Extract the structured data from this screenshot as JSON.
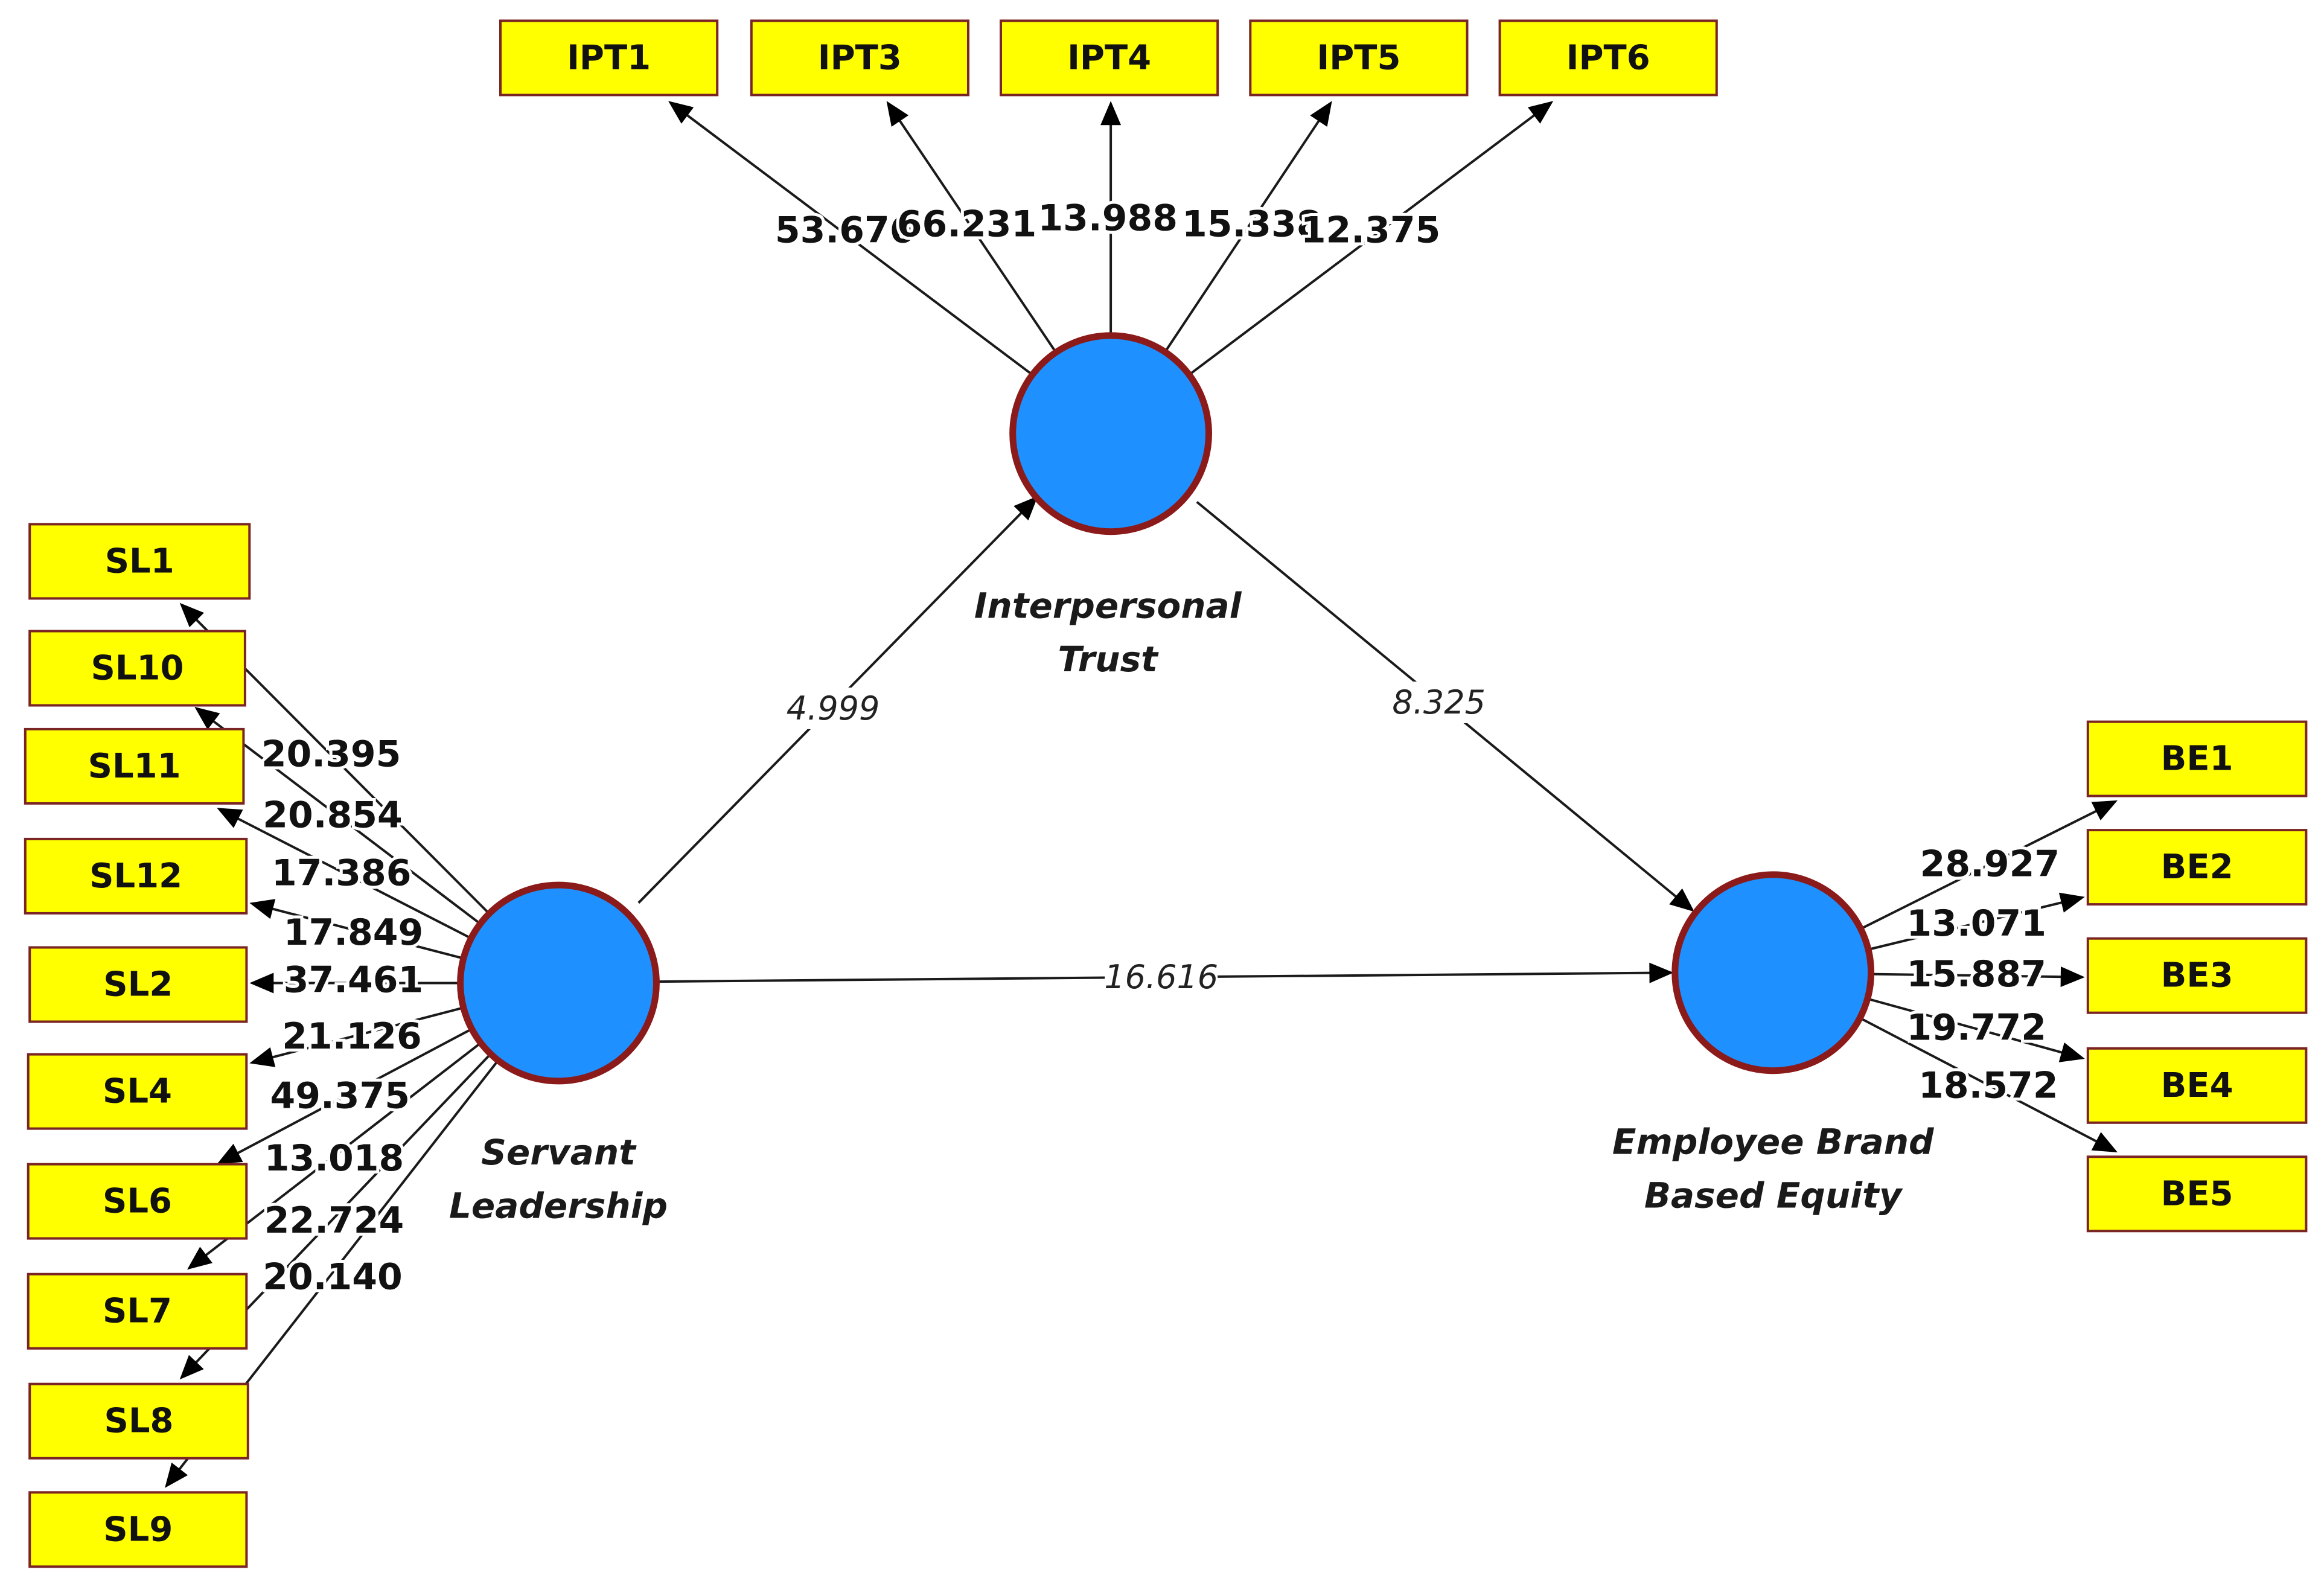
{
  "latents": [
    {
      "id": "it",
      "label_lines": [
        "Interpersonal",
        "Trust"
      ]
    },
    {
      "id": "sl",
      "label_lines": [
        "Servant",
        "Leadership"
      ]
    },
    {
      "id": "be",
      "label_lines": [
        "Employee Brand",
        "Based Equity"
      ]
    }
  ],
  "indicators": [
    {
      "id": "IPT1",
      "label": "IPT1",
      "latent": "it",
      "loading": "53.676"
    },
    {
      "id": "IPT3",
      "label": "IPT3",
      "latent": "it",
      "loading": "66.231"
    },
    {
      "id": "IPT4",
      "label": "IPT4",
      "latent": "it",
      "loading": "13.988"
    },
    {
      "id": "IPT5",
      "label": "IPT5",
      "latent": "it",
      "loading": "15.338"
    },
    {
      "id": "IPT6",
      "label": "IPT6",
      "latent": "it",
      "loading": "12.375"
    },
    {
      "id": "SL1",
      "label": "SL1",
      "latent": "sl",
      "loading": "20.395"
    },
    {
      "id": "SL10",
      "label": "SL10",
      "latent": "sl",
      "loading": "20.854"
    },
    {
      "id": "SL11",
      "label": "SL11",
      "latent": "sl",
      "loading": "17.386"
    },
    {
      "id": "SL12",
      "label": "SL12",
      "latent": "sl",
      "loading": "17.849"
    },
    {
      "id": "SL2",
      "label": "SL2",
      "latent": "sl",
      "loading": "37.461"
    },
    {
      "id": "SL4",
      "label": "SL4",
      "latent": "sl",
      "loading": "21.126"
    },
    {
      "id": "SL6",
      "label": "SL6",
      "latent": "sl",
      "loading": "49.375"
    },
    {
      "id": "SL7",
      "label": "SL7",
      "latent": "sl",
      "loading": "13.018"
    },
    {
      "id": "SL8",
      "label": "SL8",
      "latent": "sl",
      "loading": "22.724"
    },
    {
      "id": "SL9",
      "label": "SL9",
      "latent": "sl",
      "loading": "20.140"
    },
    {
      "id": "BE1",
      "label": "BE1",
      "latent": "be",
      "loading": "28.927"
    },
    {
      "id": "BE2",
      "label": "BE2",
      "latent": "be",
      "loading": "13.071"
    },
    {
      "id": "BE3",
      "label": "BE3",
      "latent": "be",
      "loading": "15.887"
    },
    {
      "id": "BE4",
      "label": "BE4",
      "latent": "be",
      "loading": "19.772"
    },
    {
      "id": "BE5",
      "label": "BE5",
      "latent": "be",
      "loading": "18.572"
    }
  ],
  "paths": [
    {
      "from": "sl",
      "to": "it",
      "value": "4.999"
    },
    {
      "from": "it",
      "to": "be",
      "value": "8.325"
    },
    {
      "from": "sl",
      "to": "be",
      "value": "16.616"
    }
  ],
  "colors": {
    "indicator_fill": "#ffff00",
    "latent_fill": "#1e90ff",
    "latent_border": "#8b1a1a"
  }
}
